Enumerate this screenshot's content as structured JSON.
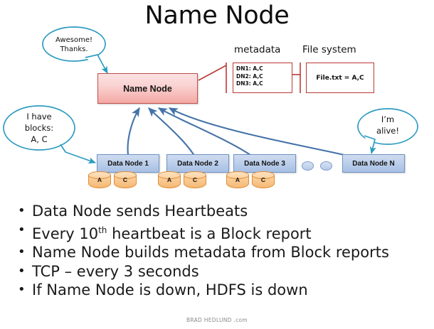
{
  "slide": {
    "title": "Name Node",
    "footer_credit": "BRAD HEDLUND .com"
  },
  "diagram": {
    "name_node": {
      "label": "Name Node",
      "fill_top": "#fbe3e3",
      "fill_bottom": "#f4a9a4",
      "border_color": "#c0504d"
    },
    "metadata": {
      "heading": "metadata",
      "lines": [
        "DN1: A,C",
        "DN2: A,C",
        "DN3: A,C"
      ],
      "border_color": "#b93a35"
    },
    "file_system": {
      "heading": "File system",
      "entry": "File.txt = A,C",
      "border_color": "#b93a35"
    },
    "data_nodes": [
      {
        "label": "Data Node 1",
        "blocks": [
          "A",
          "C"
        ]
      },
      {
        "label": "Data Node 2",
        "blocks": [
          "A",
          "C"
        ]
      },
      {
        "label": "Data Node 3",
        "blocks": [
          "A",
          "C"
        ]
      },
      {
        "label": "Data Node N",
        "blocks": []
      }
    ],
    "data_node_style": {
      "fill_top": "#cfdcf0",
      "fill_bottom": "#a8c0e4",
      "border_color": "#6f93c4",
      "block_fill": "#f8c489",
      "block_border": "#e08b35"
    },
    "callouts": [
      {
        "name": "awesome-thanks",
        "line1": "Awesome!",
        "line2": "Thanks.",
        "line3": "",
        "stroke": "#2e9bc0"
      },
      {
        "name": "i-have-blocks",
        "line1": "I have",
        "line2": "blocks:",
        "line3": "A, C",
        "stroke": "#2e9bc0"
      },
      {
        "name": "im-alive",
        "line1": "I’m",
        "line2": "alive!",
        "line3": "",
        "stroke": "#2e9bc0"
      }
    ],
    "arrow_color": "#4472a8",
    "ellipsis_dots": 2
  },
  "bullets": [
    {
      "pre": "Data Node sends Heartbeats",
      "sup": "",
      "post": ""
    },
    {
      "pre": "Every 10",
      "sup": "th",
      "post": " heartbeat is a Block report"
    },
    {
      "pre": "Name Node builds metadata from Block reports",
      "sup": "",
      "post": ""
    },
    {
      "pre": "TCP – every 3 seconds",
      "sup": "",
      "post": ""
    },
    {
      "pre": "If Name Node is down, HDFS is down",
      "sup": "",
      "post": ""
    }
  ]
}
